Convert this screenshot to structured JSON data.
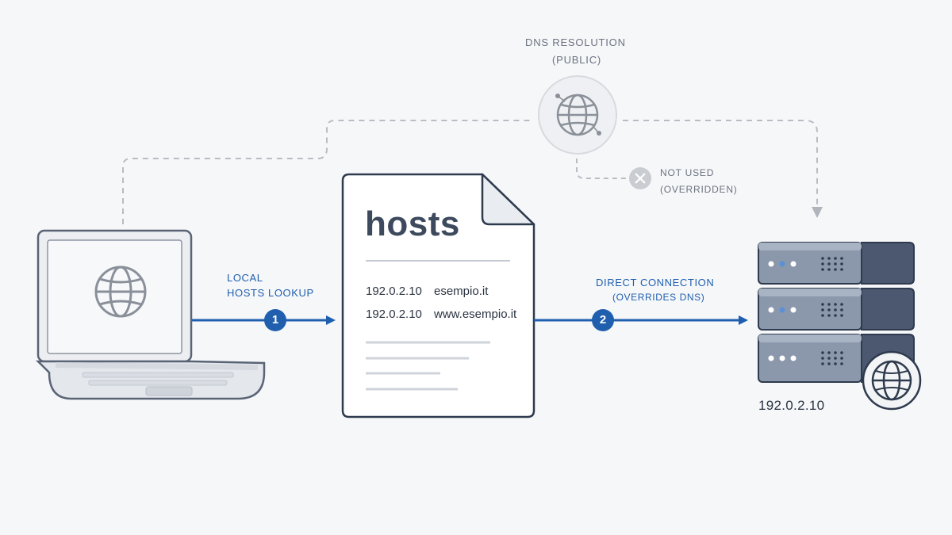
{
  "dns": {
    "title_line1": "DNS RESOLUTION",
    "title_line2": "(PUBLIC)",
    "icon": "globe-icon"
  },
  "not_used": {
    "line1": "NOT USED",
    "line2": "(OVERRIDDEN)",
    "icon": "x-circle-icon"
  },
  "laptop": {
    "icon": "globe-icon"
  },
  "step1": {
    "number": "1",
    "label_line1": "LOCAL",
    "label_line2": "HOSTS LOOKUP"
  },
  "hosts_file": {
    "title": "hosts",
    "entries": [
      {
        "ip": "192.0.2.10",
        "host": "esempio.it"
      },
      {
        "ip": "192.0.2.10",
        "host": "www.esempio.it"
      }
    ]
  },
  "step2": {
    "number": "2",
    "label_line1": "DIRECT CONNECTION",
    "label_line2": "(OVERRIDES DNS)"
  },
  "server": {
    "ip": "192.0.2.10",
    "icon": "globe-icon"
  },
  "colors": {
    "accent_blue": "#1f5fae",
    "dashed_gray": "#b8bcc3",
    "text_dark": "#2b3442",
    "server_face": "#8592a6",
    "server_side": "#4b5870"
  }
}
